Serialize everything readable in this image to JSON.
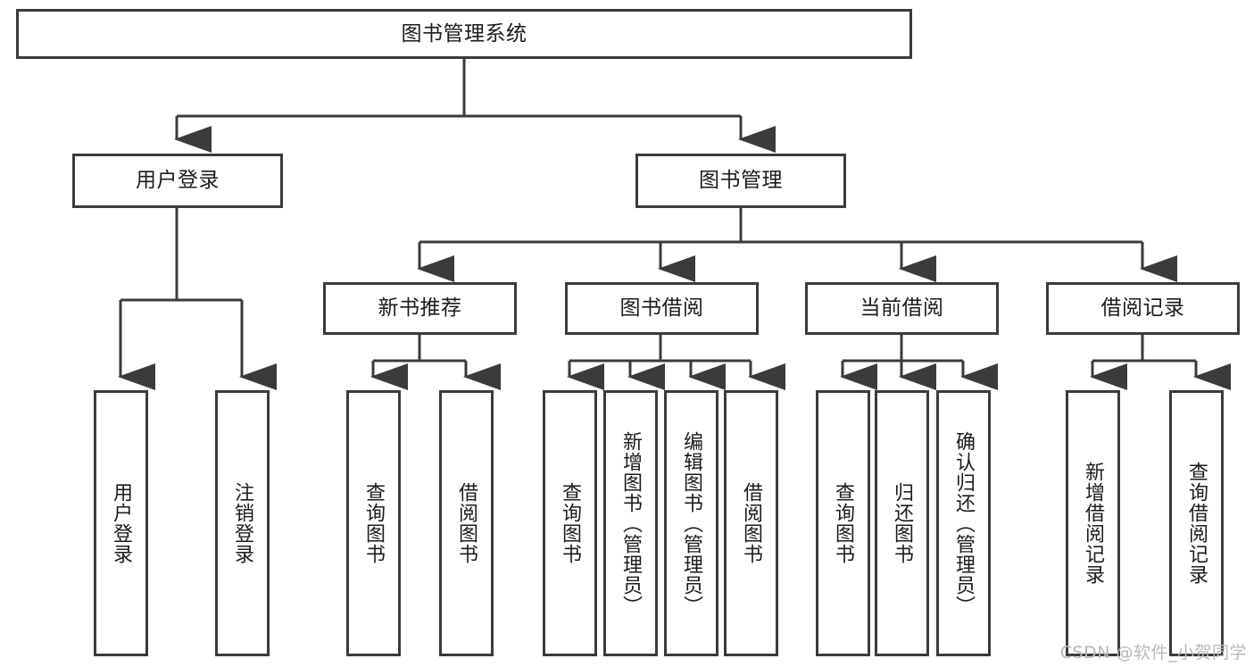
{
  "diagram": {
    "title": "图书管理系统",
    "watermark": "CSDN @软件_小贺同学",
    "line_color": "#3b3b3b",
    "background_color": "#ffffff",
    "text_color": "#1c1c1c",
    "nodes": {
      "root": "图书管理系统",
      "level1": {
        "user_login": "用户登录",
        "book_manage": "图书管理"
      },
      "level2": {
        "new_book_rec": "新书推荐",
        "book_borrow": "图书借阅",
        "current_borrow": "当前借阅",
        "borrow_record": "借阅记录"
      },
      "leaves": {
        "user_login_1": "用户登录",
        "user_login_2": "注销登录",
        "new_book_rec_1": "查询图书",
        "new_book_rec_2": "借阅图书",
        "book_borrow_1": "查询图书",
        "book_borrow_2": "新增图书（管理员）",
        "book_borrow_3": "编辑图书（管理员）",
        "book_borrow_4": "借阅图书",
        "current_borrow_1": "查询图书",
        "current_borrow_2": "归还图书",
        "current_borrow_3": "确认归还（管理员）",
        "borrow_record_1": "新增借阅记录",
        "borrow_record_2": "查询借阅记录"
      }
    }
  }
}
